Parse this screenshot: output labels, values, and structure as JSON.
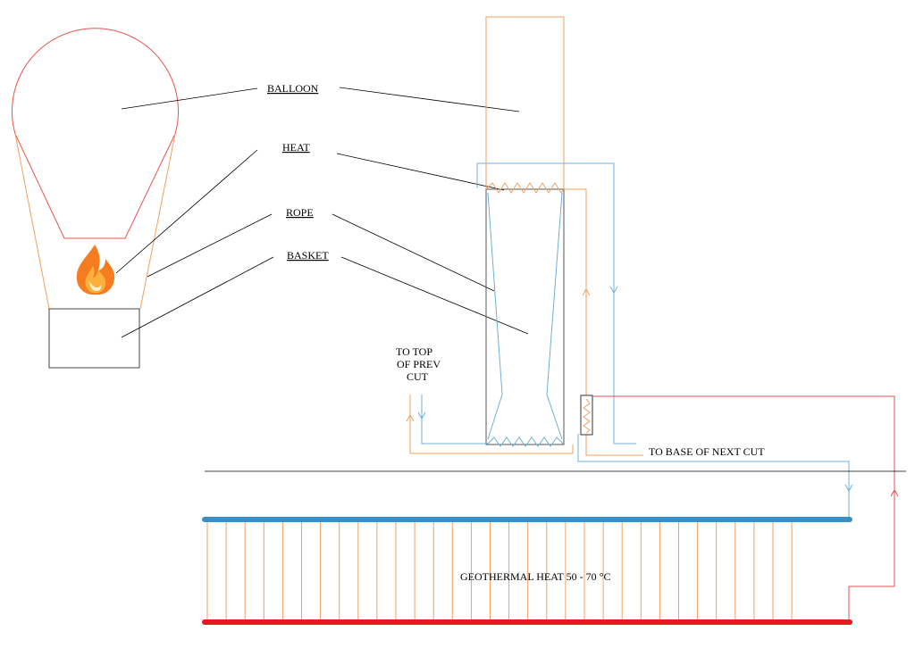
{
  "labels": {
    "balloon": "BALLOON",
    "heat": "HEAT",
    "rope": "ROPE",
    "basket": "BASKET",
    "to_top_line1": "TO TOP",
    "to_top_line2": "OF PREV",
    "to_top_line3": "CUT",
    "to_base": "TO BASE OF NEXT CUT",
    "geothermal": "GEOTHERMAL HEAT 50 - 70 °C"
  },
  "icons": {
    "flame": "fire-icon"
  },
  "colors": {
    "balloon_outline": "#e8534a",
    "rope": "#f0a060",
    "warm_pipe": "#f0a060",
    "cold_pipe": "#6fb0d8",
    "hot_pipe": "#e05050",
    "blue_bar": "#3a8fc9",
    "red_bar": "#e8191c",
    "leader": "#000000",
    "ground": "#000000"
  }
}
